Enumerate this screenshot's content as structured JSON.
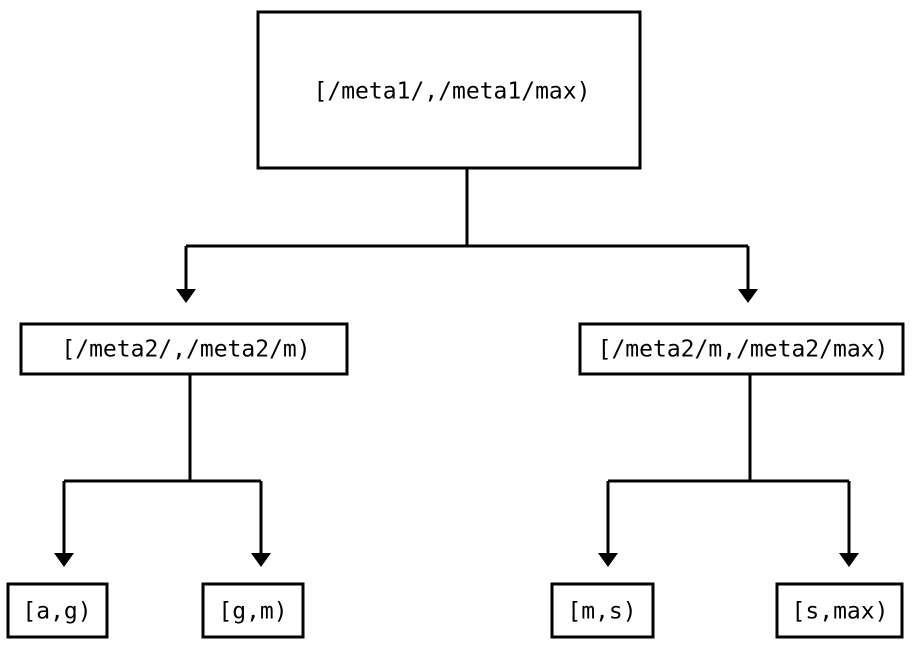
{
  "diagram": {
    "type": "tree",
    "title": "",
    "background_color": "#ffffff",
    "line_color": "#000000",
    "text_color": "#000000",
    "box_fill": "#ffffff",
    "nodes": {
      "root": {
        "label": "[/meta1/,/meta1/max)"
      },
      "mid_left": {
        "label": "[/meta2/,/meta2/m)"
      },
      "mid_right": {
        "label": "[/meta2/m,/meta2/max)"
      },
      "leaf_1": {
        "label": "[a,g)"
      },
      "leaf_2": {
        "label": "[g,m)"
      },
      "leaf_3": {
        "label": "[m,s)"
      },
      "leaf_4": {
        "label": "[s,max)"
      }
    }
  }
}
